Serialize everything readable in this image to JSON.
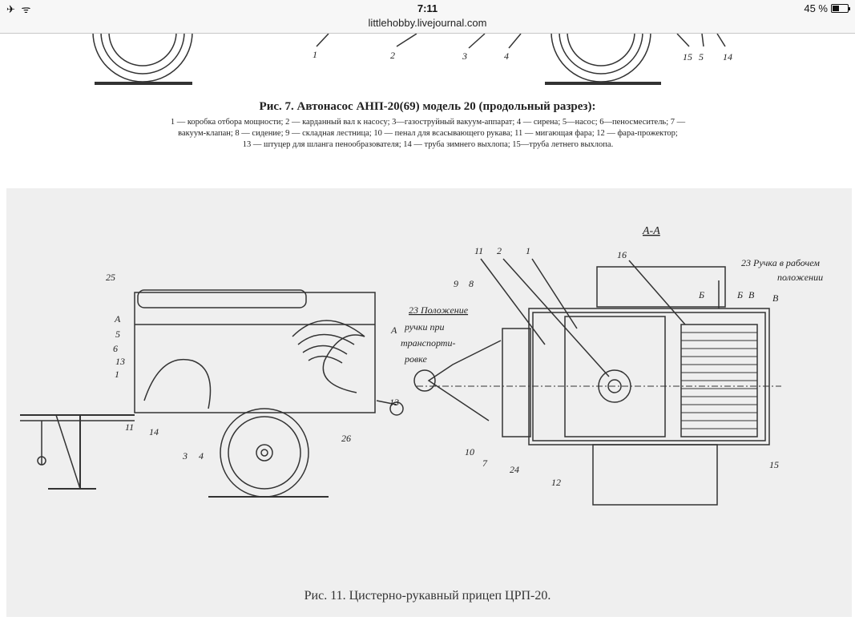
{
  "status_bar": {
    "left_icons": "✈ ᯤ",
    "time": "7:11",
    "url": "littlehobby.livejournal.com",
    "battery_text": "45 %",
    "battery_level": 0.45
  },
  "figure7": {
    "labels": [
      "1",
      "2",
      "3",
      "4",
      "15",
      "5",
      "14"
    ],
    "title": "Рис. 7. Автонасос АНП-20(69) модель 20 (продольный разрез):",
    "lines": [
      "1 — коробка отбора мощности; 2 — карданный вал к насосу; 3—газоструйный вакуум-аппарат; 4 — сирена; 5—насос; 6—пеносмеситель; 7 —",
      "вакуум-клапан; 8 — сидение; 9 — складная лестница; 10 — пенал для всасывающего рукава; 11 — мигающая фара; 12 — фара-прожектор;",
      "13 — штуцер для шланга пенообразователя; 14 — труба зимнего выхлопа; 15—труба летнего выхлопа."
    ]
  },
  "figure11": {
    "left_labels": [
      "25",
      "А",
      "5",
      "6",
      "13",
      "1",
      "А",
      "13",
      "11",
      "14",
      "3",
      "4",
      "26"
    ],
    "section_title": "А-А",
    "right_labels": [
      "11",
      "2",
      "1",
      "16",
      "Б",
      "Б",
      "В",
      "В",
      "9",
      "8",
      "10",
      "7",
      "24",
      "12",
      "15"
    ],
    "handle_working": [
      "23 Ручка в рабочем",
      "положении"
    ],
    "handle_transport": [
      "23 Положение",
      "ручки при",
      "транспорти-",
      "ровке"
    ],
    "caption": "Рис. 11. Цистерно-рукавный прицеп ЦРП-20."
  }
}
